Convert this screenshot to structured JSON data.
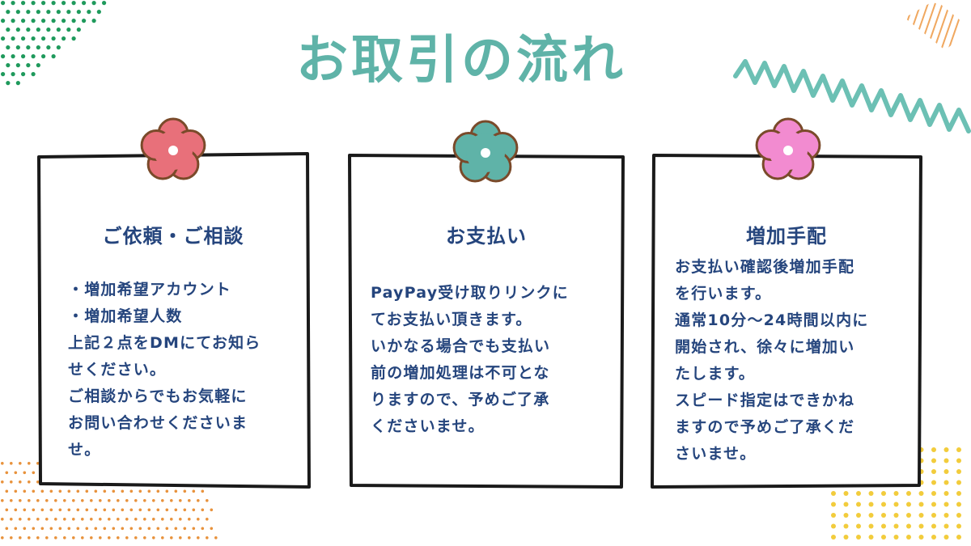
{
  "title": "お取引の流れ",
  "colors": {
    "title": "#5fb3a8",
    "text": "#25457d",
    "outline": "#1a1a1a",
    "flower_outline": "#7a4a2a",
    "flower1": "#e8707a",
    "flower2": "#5fb3a8",
    "flower3": "#f28bd0",
    "dots_green": "#1f9a5c",
    "dots_orange": "#e8923c",
    "dots_yellow": "#f2cc3c",
    "stripe": "#f0a860",
    "zigzag": "#6cc0b4"
  },
  "cards": [
    {
      "heading": "ご依頼・ご相談",
      "lines": [
        "・増加希望アカウント",
        "・増加希望人数",
        "上記２点をDMにてお知ら",
        "せください。",
        "ご相談からでもお気軽に",
        "お問い合わせくださいま",
        "せ。"
      ]
    },
    {
      "heading": "お支払い",
      "lines": [
        "PayPay受け取りリンクに",
        "てお支払い頂きます。",
        "いかなる場合でも支払い",
        "前の増加処理は不可とな",
        "りますので、予めご了承",
        "くださいませ。"
      ]
    },
    {
      "heading": "増加手配",
      "lines": [
        "お支払い確認後増加手配",
        "を行います。",
        "通常10分〜24時間以内に",
        "開始され、徐々に増加い",
        "たします。",
        "スピード指定はできかね",
        "ますので予めご了承くだ",
        "さいませ。"
      ]
    }
  ]
}
